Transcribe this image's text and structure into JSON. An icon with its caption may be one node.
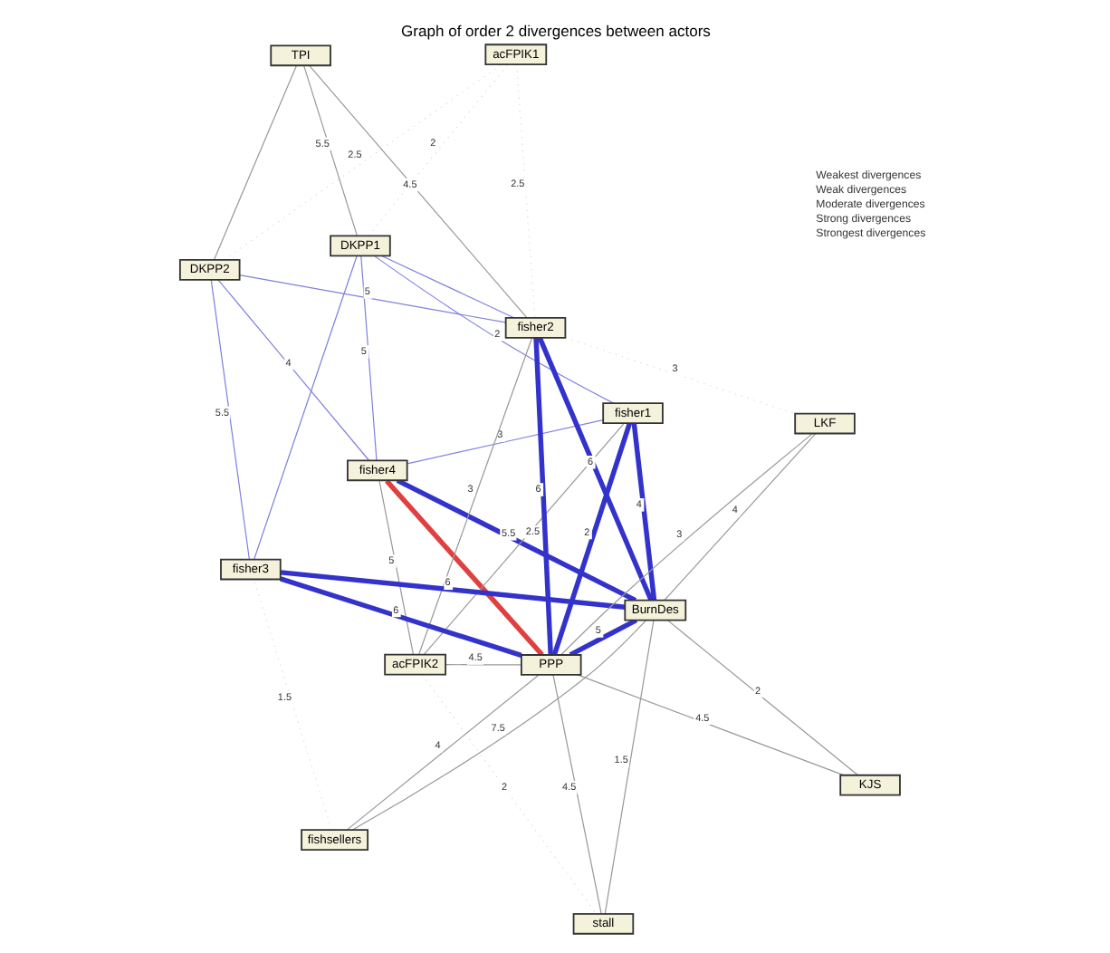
{
  "diagram": {
    "title": "Graph of order 2 divergences between actors",
    "nodes": [
      {
        "text": [
          "DKPP1"
        ]
      },
      {
        "text": [
          "acFPIK1"
        ]
      },
      {
        "text": [
          "fisher4"
        ]
      },
      {
        "text": [
          "DKPP2"
        ]
      },
      {
        "text": [
          "TPI"
        ]
      },
      {
        "text": [
          "fisher2"
        ]
      },
      {
        "text": [
          "acFPIK2"
        ]
      },
      {
        "text": [
          "fisher1"
        ]
      },
      {
        "text": [
          "BurnDes"
        ]
      },
      {
        "text": [
          "PPP"
        ]
      },
      {
        "text": [
          "stall"
        ]
      },
      {
        "text": [
          "LKF"
        ]
      },
      {
        "text": [
          "fisher3"
        ]
      },
      {
        "text": [
          "fishsellers"
        ]
      },
      {
        "text": [
          "KJS"
        ]
      }
    ],
    "edges": [
      {
        "from": 2,
        "to": 0,
        "arrow": "none",
        "label": "5",
        "color": "#8080e0"
      },
      {
        "from": 2,
        "to": 3,
        "arrow": "none",
        "label": "4",
        "color": "#8080e0"
      },
      {
        "from": 2,
        "to": 8,
        "arrow": "none",
        "label": "5.5",
        "style": "thick",
        "color": "#3333cc"
      },
      {
        "from": 2,
        "to": 9,
        "arrow": "none",
        "style": "thick",
        "color": "#e04040"
      },
      {
        "from": 2,
        "to": 6,
        "arrow": "none",
        "label": "5"
      },
      {
        "from": 0,
        "to": 4,
        "arrow": "none",
        "label": "5.5"
      },
      {
        "from": 0,
        "to": 7,
        "arrow": "none",
        "label": "2",
        "color": "#8080e0"
      },
      {
        "from": 0,
        "to": 12,
        "arrow": "none",
        "color": "#8080e0"
      },
      {
        "from": 0,
        "to": 5,
        "arrow": "none",
        "color": "#8080e0"
      },
      {
        "from": 0,
        "to": 1,
        "arrow": "none",
        "label": "2",
        "style": "dashed",
        "color": "#d8d8d8"
      },
      {
        "from": 3,
        "to": 5,
        "arrow": "none",
        "label": "5",
        "color": "#8080e0"
      },
      {
        "from": 3,
        "to": 12,
        "arrow": "none",
        "label": "5.5",
        "color": "#8080e0"
      },
      {
        "from": 3,
        "to": 4,
        "arrow": "none"
      },
      {
        "from": 3,
        "to": 1,
        "arrow": "none",
        "label": "2.5",
        "style": "dashed",
        "color": "#d8d8d8"
      },
      {
        "from": 1,
        "to": 5,
        "arrow": "none",
        "label": "2.5",
        "style": "dashed",
        "color": "#d8d8d8"
      },
      {
        "from": 4,
        "to": 5,
        "arrow": "none",
        "label": "4.5"
      },
      {
        "from": 6,
        "to": 5,
        "arrow": "none",
        "label": "3"
      },
      {
        "from": 6,
        "to": 7,
        "arrow": "none",
        "label": "2.5"
      },
      {
        "from": 7,
        "to": 9,
        "arrow": "none",
        "label": "2",
        "style": "thick",
        "color": "#3333cc"
      },
      {
        "from": 7,
        "to": 8,
        "arrow": "none",
        "label": "4",
        "style": "thick",
        "color": "#3333cc"
      },
      {
        "from": 2,
        "to": 7,
        "arrow": "none",
        "label": "3",
        "color": "#8080e0"
      },
      {
        "from": 9,
        "to": 8,
        "arrow": "none",
        "label": "5",
        "style": "thick",
        "color": "#3333cc"
      },
      {
        "from": 9,
        "to": 5,
        "arrow": "none",
        "label": "6",
        "style": "thick",
        "color": "#3333cc"
      },
      {
        "from": 8,
        "to": 5,
        "arrow": "none",
        "label": "6",
        "style": "thick",
        "color": "#3333cc"
      },
      {
        "from": 8,
        "to": 12,
        "arrow": "none",
        "label": "6",
        "style": "thick",
        "color": "#3333cc"
      },
      {
        "from": 9,
        "to": 12,
        "arrow": "none",
        "label": "6",
        "style": "thick",
        "color": "#3333cc"
      },
      {
        "from": 8,
        "to": 11,
        "arrow": "none",
        "label": "4"
      },
      {
        "from": 9,
        "to": 11,
        "arrow": "none",
        "label": "3"
      },
      {
        "from": 5,
        "to": 11,
        "arrow": "none",
        "label": "3",
        "style": "dashed",
        "color": "#d8d8d8"
      },
      {
        "from": 6,
        "to": 9,
        "arrow": "none",
        "label": "4.5"
      },
      {
        "from": 6,
        "to": 10,
        "arrow": "none",
        "label": "2",
        "style": "dashed",
        "color": "#d8d8d8"
      },
      {
        "from": 10,
        "to": 9,
        "arrow": "none",
        "label": "4.5"
      },
      {
        "from": 10,
        "to": 8,
        "arrow": "none",
        "label": "1.5"
      },
      {
        "from": 13,
        "to": 9,
        "arrow": "none",
        "label": "4"
      },
      {
        "from": 13,
        "to": 8,
        "arrow": "none",
        "label": "7.5"
      },
      {
        "from": 14,
        "to": 9,
        "arrow": "none",
        "label": "4.5"
      },
      {
        "from": 14,
        "to": 8,
        "arrow": "none",
        "label": "2"
      },
      {
        "from": 13,
        "to": 12,
        "arrow": "none",
        "label": "1.5",
        "style": "dashed",
        "color": "#d8d8d8"
      }
    ],
    "legend": [
      {
        "text": "Weakest divergences"
      },
      {
        "text": "Weak divergences"
      },
      {
        "text": "Moderate divergences"
      },
      {
        "text": "Strong divergences"
      },
      {
        "text": "Strongest divergences"
      }
    ]
  }
}
